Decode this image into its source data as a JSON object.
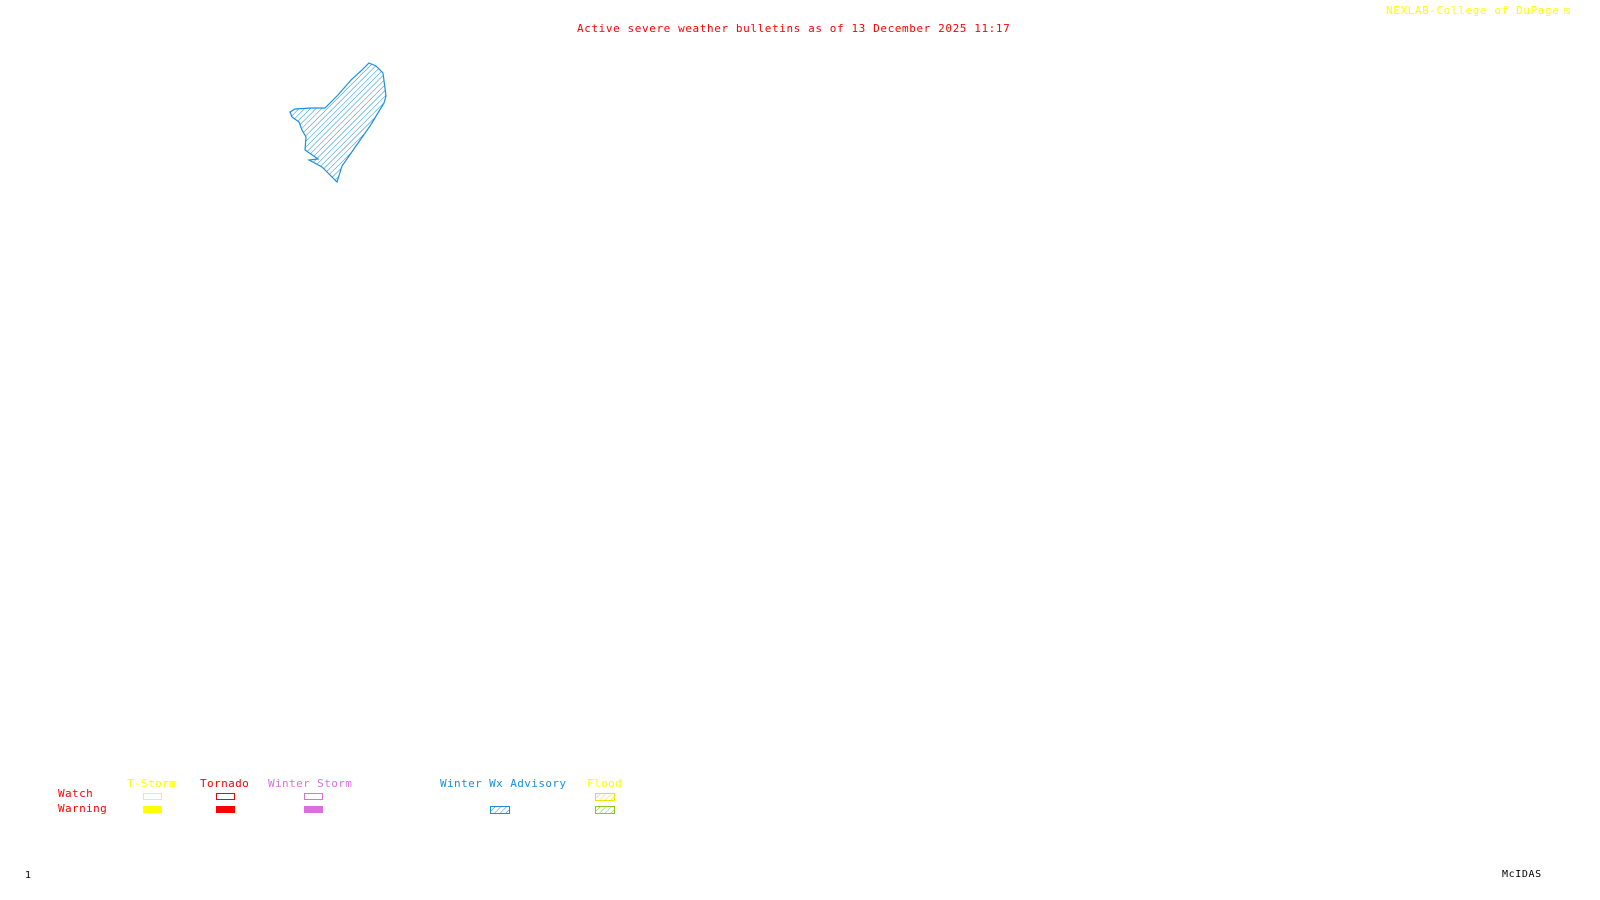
{
  "header": {
    "title": "Active severe weather bulletins as of 13 December 2025 11:17",
    "credit": "NEXLAB-College of DuPage",
    "credit_logo_icon": "nexlab-logo-icon"
  },
  "colors": {
    "title": "#ff0000",
    "credit": "#ffff00",
    "tstorm": "#ffff00",
    "tornado": "#ff0000",
    "winter_storm": "#dd6fdd",
    "winter_wx_advisory": "#1a8fe0",
    "flood_watch": "#ffff00",
    "flood_warning": "#88cc22",
    "row_labels": "#ff0000",
    "footer": "#000000"
  },
  "map": {
    "features": [
      {
        "type": "Winter Wx Advisory",
        "style": "hatched"
      }
    ]
  },
  "legend": {
    "rows": [
      "Watch",
      "Warning"
    ],
    "columns": [
      {
        "label": "T-Storm",
        "watch": "outline",
        "warning": "filled"
      },
      {
        "label": "Tornado",
        "watch": "outline",
        "warning": "filled"
      },
      {
        "label": "Winter Storm",
        "watch": "outline",
        "warning": "filled"
      },
      {
        "label": "Winter Wx Advisory",
        "watch": "none",
        "warning": "hatched"
      },
      {
        "label": "Flood",
        "watch": "hatched",
        "warning": "hatched"
      }
    ]
  },
  "footer": {
    "frame_number": "1",
    "software": "McIDAS"
  }
}
